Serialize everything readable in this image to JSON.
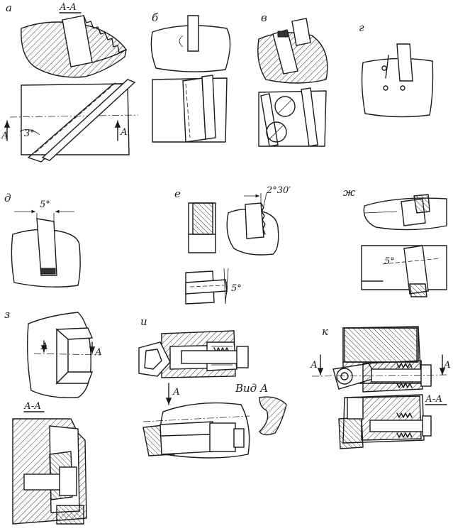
{
  "labels": {
    "a": "а",
    "a_section": "А-А",
    "b": "б",
    "v": "в",
    "g": "г",
    "d": "д",
    "e": "е",
    "zh": "ж",
    "z": "з",
    "z_section": "А-А",
    "i": "и",
    "i_view": "Вид А",
    "k": "к",
    "k_section": "А-А",
    "arrow_A": "А"
  },
  "angles": {
    "a": "3°",
    "d": "5°",
    "e_top": "2°30′",
    "e_bottom": "5°",
    "zh": "5°"
  }
}
